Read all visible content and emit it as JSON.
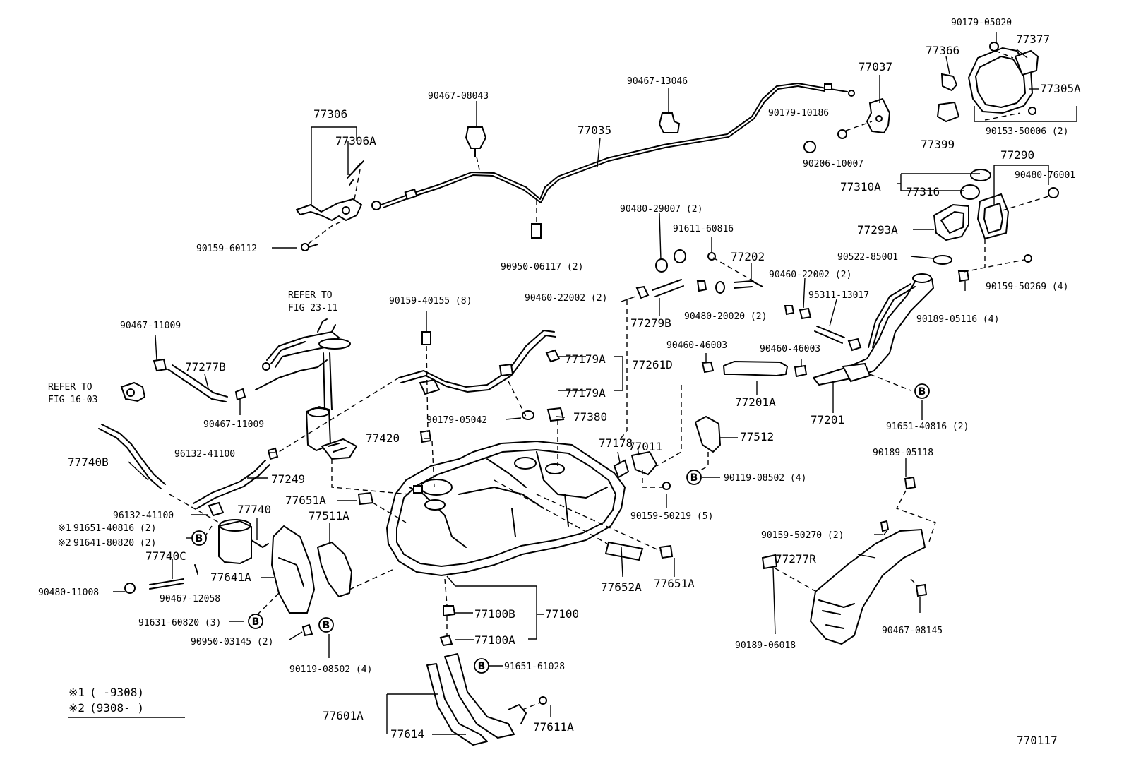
{
  "diagram_id": "770117",
  "refer_notes": [
    {
      "id": "fig-23-11",
      "line1": "REFER TO",
      "line2": "FIG 23-11"
    },
    {
      "id": "fig-16-03",
      "line1": "REFER TO",
      "line2": "FIG 16-03"
    }
  ],
  "footnotes": [
    {
      "mark": "※1",
      "text": "(        -9308)"
    },
    {
      "mark": "※2",
      "text": "(9308-        )"
    }
  ],
  "marker_letter": "B",
  "labels": {
    "p77306": "77306",
    "p77306A": "77306A",
    "p90159_60112": "90159-60112",
    "p90467_08043": "90467-08043",
    "p77035": "77035",
    "p90467_13046": "90467-13046",
    "p90950_06117": "90950-06117 (2)",
    "p77037": "77037",
    "p90179_10186": "90179-10186",
    "p90206_10007": "90206-10007",
    "p90179_05020": "90179-05020",
    "p77377": "77377",
    "p77366": "77366",
    "p77305A": "77305A",
    "p77399": "77399",
    "p90153_50006": "90153-50006 (2)",
    "p77290": "77290",
    "p90480_76001": "90480-76001",
    "p77310A": "77310A",
    "p77316": "77316",
    "p77293A": "77293A",
    "p90522_85001": "90522-85001",
    "p90159_50269": "90159-50269 (4)",
    "p90189_05116": "90189-05116 (4)",
    "p90480_29007": "90480-29007 (2)",
    "p91611_60816": "91611-60816",
    "p77202": "77202",
    "p90460_22002_r": "90460-22002 (2)",
    "p95311_13017": "95311-13017",
    "p90460_22002_l": "90460-22002 (2)",
    "p77279B": "77279B",
    "p90480_20020": "90480-20020 (2)",
    "p90159_40155": "90159-40155 (8)",
    "p90467_11009_a": "90467-11009",
    "p77277B": "77277B",
    "p90467_11009_b": "90467-11009",
    "p77179A_1": "77179A",
    "p77261D": "77261D",
    "p77179A_2": "77179A",
    "p90460_46003_a": "90460-46003",
    "p90460_46003_b": "90460-46003",
    "p77201A": "77201A",
    "p77201": "77201",
    "p91651_40816_r": "91651-40816 (2)",
    "p90179_05042": "90179-05042",
    "p77380": "77380",
    "p77011": "77011",
    "p77512": "77512",
    "p77420": "77420",
    "p77178": "77178",
    "p90119_08502_r": "90119-08502 (4)",
    "p96132_41100_a": "96132-41100",
    "p77740B": "77740B",
    "p77249": "77249",
    "p90189_05118": "90189-05118",
    "p77651A_l": "77651A",
    "p90159_50219": "90159-50219 (5)",
    "p96132_41100_b": "96132-41100",
    "p77740": "77740",
    "p77511A": "77511A",
    "p91651_40816_l": "91651-40816 (2)",
    "p91641_80820": "91641-80820 (2)",
    "p90159_50270": "90159-50270 (2)",
    "p77277R": "77277R",
    "p77740C": "77740C",
    "p77641A": "77641A",
    "p90480_11008": "90480-11008",
    "p90467_12058": "90467-12058",
    "p77652A": "77652A",
    "p77651A_r": "77651A",
    "p77100B": "77100B",
    "p77100": "77100",
    "p91631_60820": "91631-60820 (3)",
    "p90467_08145": "90467-08145",
    "p90950_03145": "90950-03145 (2)",
    "p77100A": "77100A",
    "p90189_06018": "90189-06018",
    "p90119_08502_l": "90119-08502 (4)",
    "p91651_61028": "91651-61028",
    "p77601A": "77601A",
    "p77611A": "77611A",
    "p77614": "77614"
  }
}
